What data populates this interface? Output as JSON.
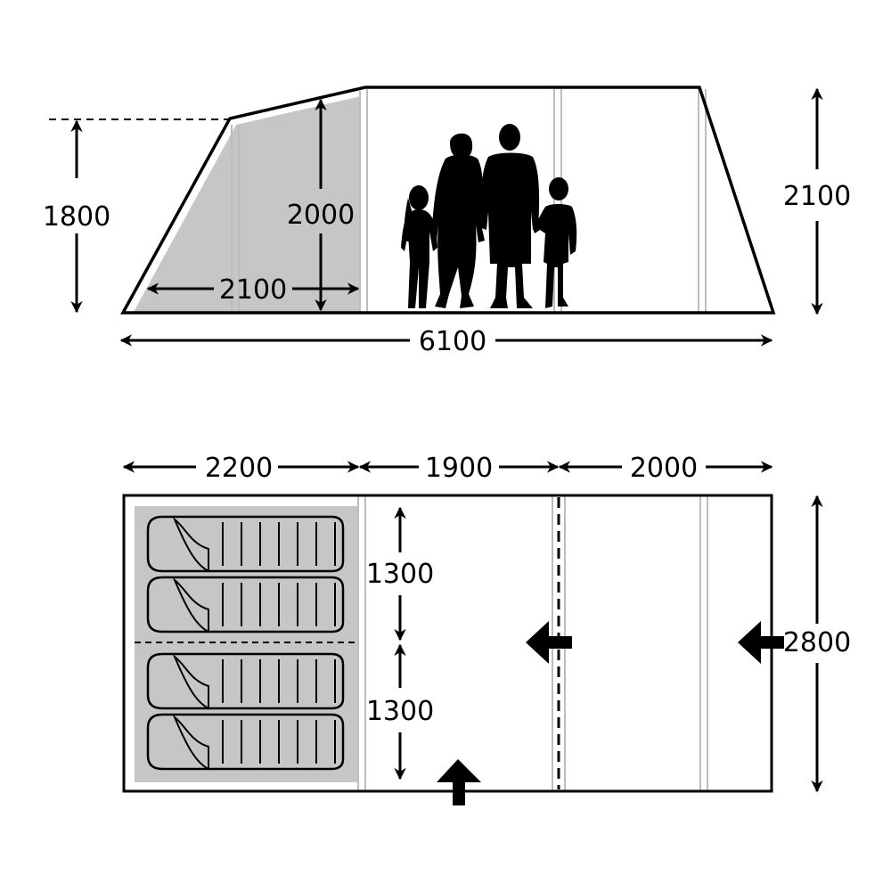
{
  "side_view": {
    "height_front": "1800",
    "height_bedroom": "2000",
    "height_living": "2100",
    "bedroom_depth": "2100",
    "total_length": "6100"
  },
  "floor_plan": {
    "bedroom_length": "2200",
    "living_length": "1900",
    "porch_length": "2000",
    "bedroom_width_a": "1300",
    "bedroom_width_b": "1300",
    "total_width": "2800",
    "sleeping_bag_count": 4
  },
  "colors": {
    "line": "#000000",
    "bedroom_fill": "#c6c6c6",
    "pole": "#bdbdbd",
    "background": "#ffffff"
  },
  "icons": [
    "people-silhouette-icon",
    "sleeping-bag-icon",
    "entrance-arrow-icon"
  ]
}
